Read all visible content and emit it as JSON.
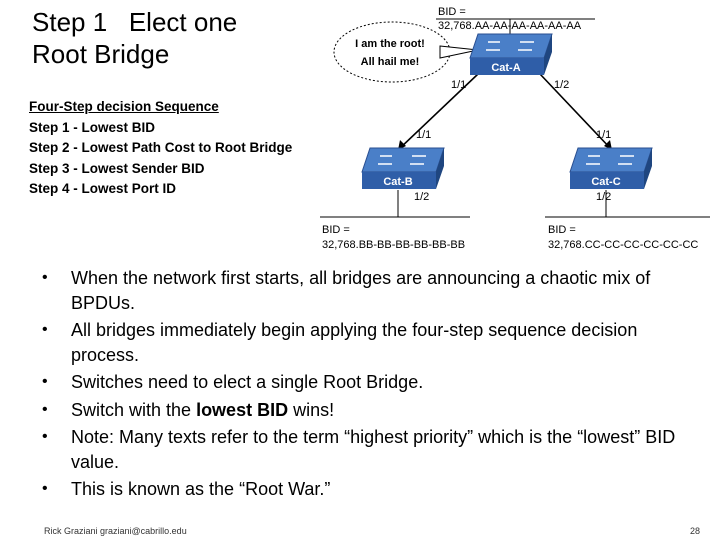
{
  "title": {
    "line1": "Step 1   Elect one",
    "line2": "Root Bridge"
  },
  "steps": {
    "heading": "Four-Step decision Sequence",
    "items": [
      "Step 1 - Lowest BID",
      "Step 2 - Lowest Path Cost to Root Bridge",
      "Step 3 - Lowest Sender BID",
      "Step 4 - Lowest Port ID"
    ]
  },
  "diagram": {
    "callout_line1": "I am the root!",
    "callout_line2": "All hail me!",
    "switch_a": {
      "name": "Cat-A",
      "bid_label": "BID =",
      "bid_value": "32,768.AA-AA-AA-AA-AA-AA"
    },
    "switch_b": {
      "name": "Cat-B",
      "bid_label": "BID =",
      "bid_value": "32,768.BB-BB-BB-BB-BB-BB"
    },
    "switch_c": {
      "name": "Cat-C",
      "bid_label": "BID =",
      "bid_value": "32,768.CC-CC-CC-CC-CC-CC"
    },
    "ports": {
      "a_left": "1/1",
      "a_right": "1/2",
      "b_top": "1/1",
      "b_bottom": "1/2",
      "c_top": "1/1",
      "c_bottom": "1/2"
    },
    "colors": {
      "switch_top": "#4a7fc8",
      "switch_front": "#2f5ea8",
      "link": "#000000"
    }
  },
  "bullets": [
    "When the network first starts, all bridges are announcing a chaotic mix of BPDUs.",
    "All bridges immediately begin applying the four-step sequence decision process.",
    "Switches need to elect a single Root Bridge.",
    {
      "pre": "Switch with the ",
      "bold": "lowest BID",
      "post": " wins!"
    },
    "Note: Many texts refer to the term “highest priority” which is the “lowest” BID value.",
    "This is known as the “Root War.”"
  ],
  "footer": {
    "author": "Rick Graziani  graziani@cabrillo.edu",
    "page": "28"
  }
}
